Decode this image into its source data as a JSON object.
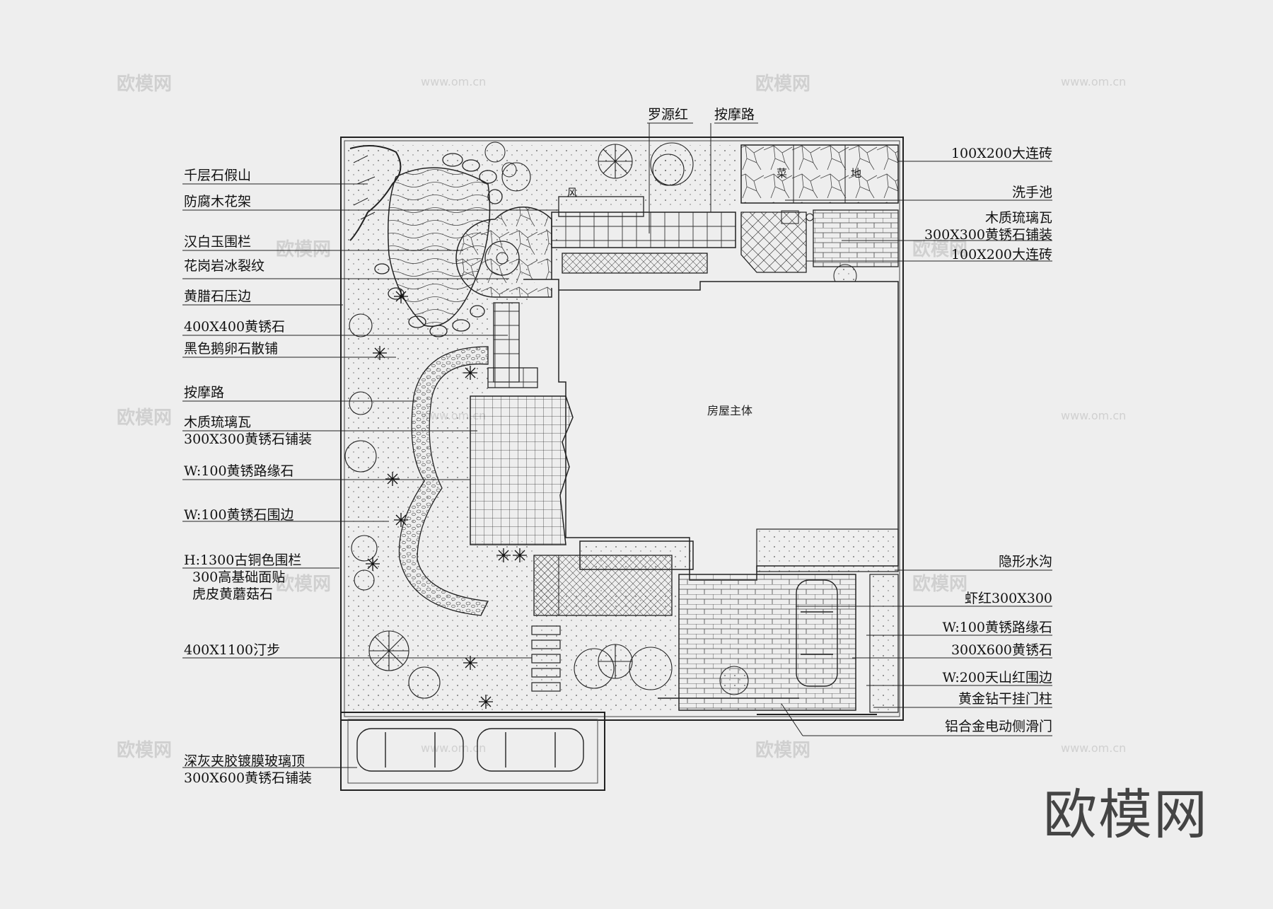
{
  "labels_left": [
    {
      "id": "l1",
      "lines": [
        "千层石假山"
      ]
    },
    {
      "id": "l2",
      "lines": [
        "防腐木花架"
      ]
    },
    {
      "id": "l3",
      "lines": [
        "汉白玉围栏"
      ]
    },
    {
      "id": "l4",
      "lines": [
        "花岗岩冰裂纹"
      ]
    },
    {
      "id": "l5",
      "lines": [
        "黄腊石压边"
      ]
    },
    {
      "id": "l6",
      "lines": [
        "400X400黄锈石"
      ]
    },
    {
      "id": "l7",
      "lines": [
        "黑色鹅卵石散铺"
      ]
    },
    {
      "id": "l8",
      "lines": [
        "按摩路"
      ]
    },
    {
      "id": "l9",
      "lines": [
        "木质琉璃瓦",
        "300X300黄锈石铺装"
      ]
    },
    {
      "id": "l10",
      "lines": [
        "W:100黄锈路缘石"
      ]
    },
    {
      "id": "l11",
      "lines": [
        "W:100黄锈石围边"
      ]
    },
    {
      "id": "l12",
      "lines": [
        "H:1300古铜色围栏",
        "300高基础面贴",
        "虎皮黄蘑菇石"
      ]
    },
    {
      "id": "l13",
      "lines": [
        "400X1100汀步"
      ]
    },
    {
      "id": "l14",
      "lines": [
        "深灰夹胶镀膜玻璃顶",
        "300X600黄锈石铺装"
      ]
    }
  ],
  "labels_top": [
    {
      "id": "t1",
      "text": "罗源红"
    },
    {
      "id": "t2",
      "text": "按摩路"
    }
  ],
  "labels_right": [
    {
      "id": "r1",
      "lines": [
        "100X200大连砖"
      ]
    },
    {
      "id": "r2",
      "lines": [
        "洗手池"
      ]
    },
    {
      "id": "r3",
      "lines": [
        "木质琉璃瓦",
        "300X300黄锈石铺装"
      ]
    },
    {
      "id": "r4",
      "lines": [
        "100X200大连砖"
      ]
    },
    {
      "id": "r5",
      "lines": [
        "隐形水沟"
      ]
    },
    {
      "id": "r6",
      "lines": [
        "虾红300X300"
      ]
    },
    {
      "id": "r7",
      "lines": [
        "W:100黄锈路缘石"
      ]
    },
    {
      "id": "r8",
      "lines": [
        "300X600黄锈石"
      ]
    },
    {
      "id": "r9",
      "lines": [
        "W:200天山红围边"
      ]
    },
    {
      "id": "r10",
      "lines": [
        "黄金钻干挂门柱"
      ]
    },
    {
      "id": "r11",
      "lines": [
        "铝合金电动侧滑门"
      ]
    }
  ],
  "plan_text": {
    "house": "房屋主体",
    "veg1": "菜",
    "veg2": "地",
    "wind": "风"
  },
  "watermark": {
    "brand": "欧模网",
    "url": "www.om.cn"
  }
}
